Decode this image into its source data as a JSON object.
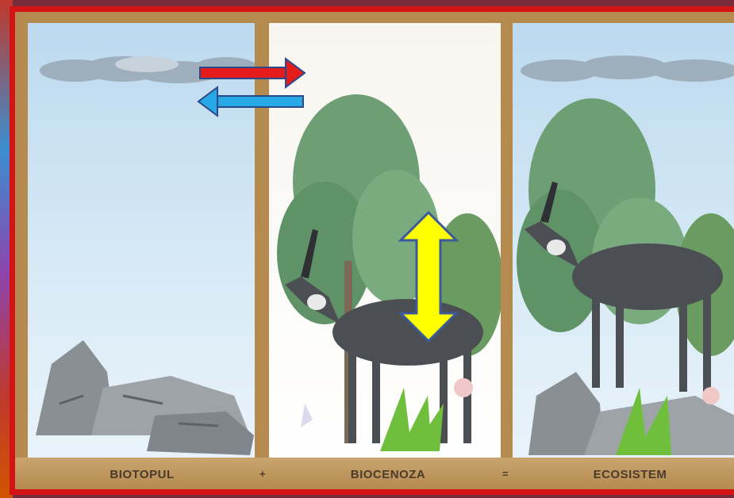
{
  "labels": {
    "biotope": "BIOTOPUL",
    "biocenosis": "BIOCENOZA",
    "ecosystem": "ECOSISTEM",
    "plus": "+",
    "equals": "="
  },
  "colors": {
    "frame": "#d41414",
    "arrow_right": "#e41c1c",
    "arrow_left": "#27a9e6",
    "arrow_vertical": "#ffff00"
  }
}
